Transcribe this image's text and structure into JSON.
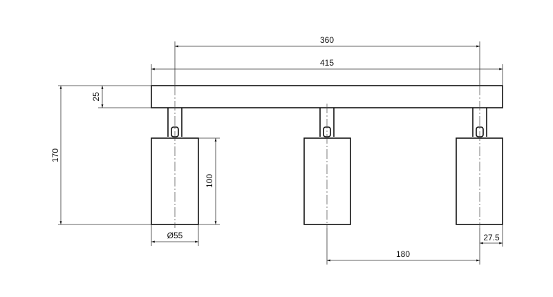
{
  "drawing": {
    "title": "Triple spotlight ceiling fixture - dimensions",
    "units": "mm",
    "dimensions": {
      "spot_spacing_total": "360",
      "bar_length": "415",
      "bar_height": "25",
      "total_height": "170",
      "cylinder_height": "100",
      "cylinder_diameter": "Ø55",
      "spot_spacing": "180",
      "end_offset": "27.5"
    },
    "colors": {
      "line": "#111111",
      "background": "#ffffff"
    }
  }
}
